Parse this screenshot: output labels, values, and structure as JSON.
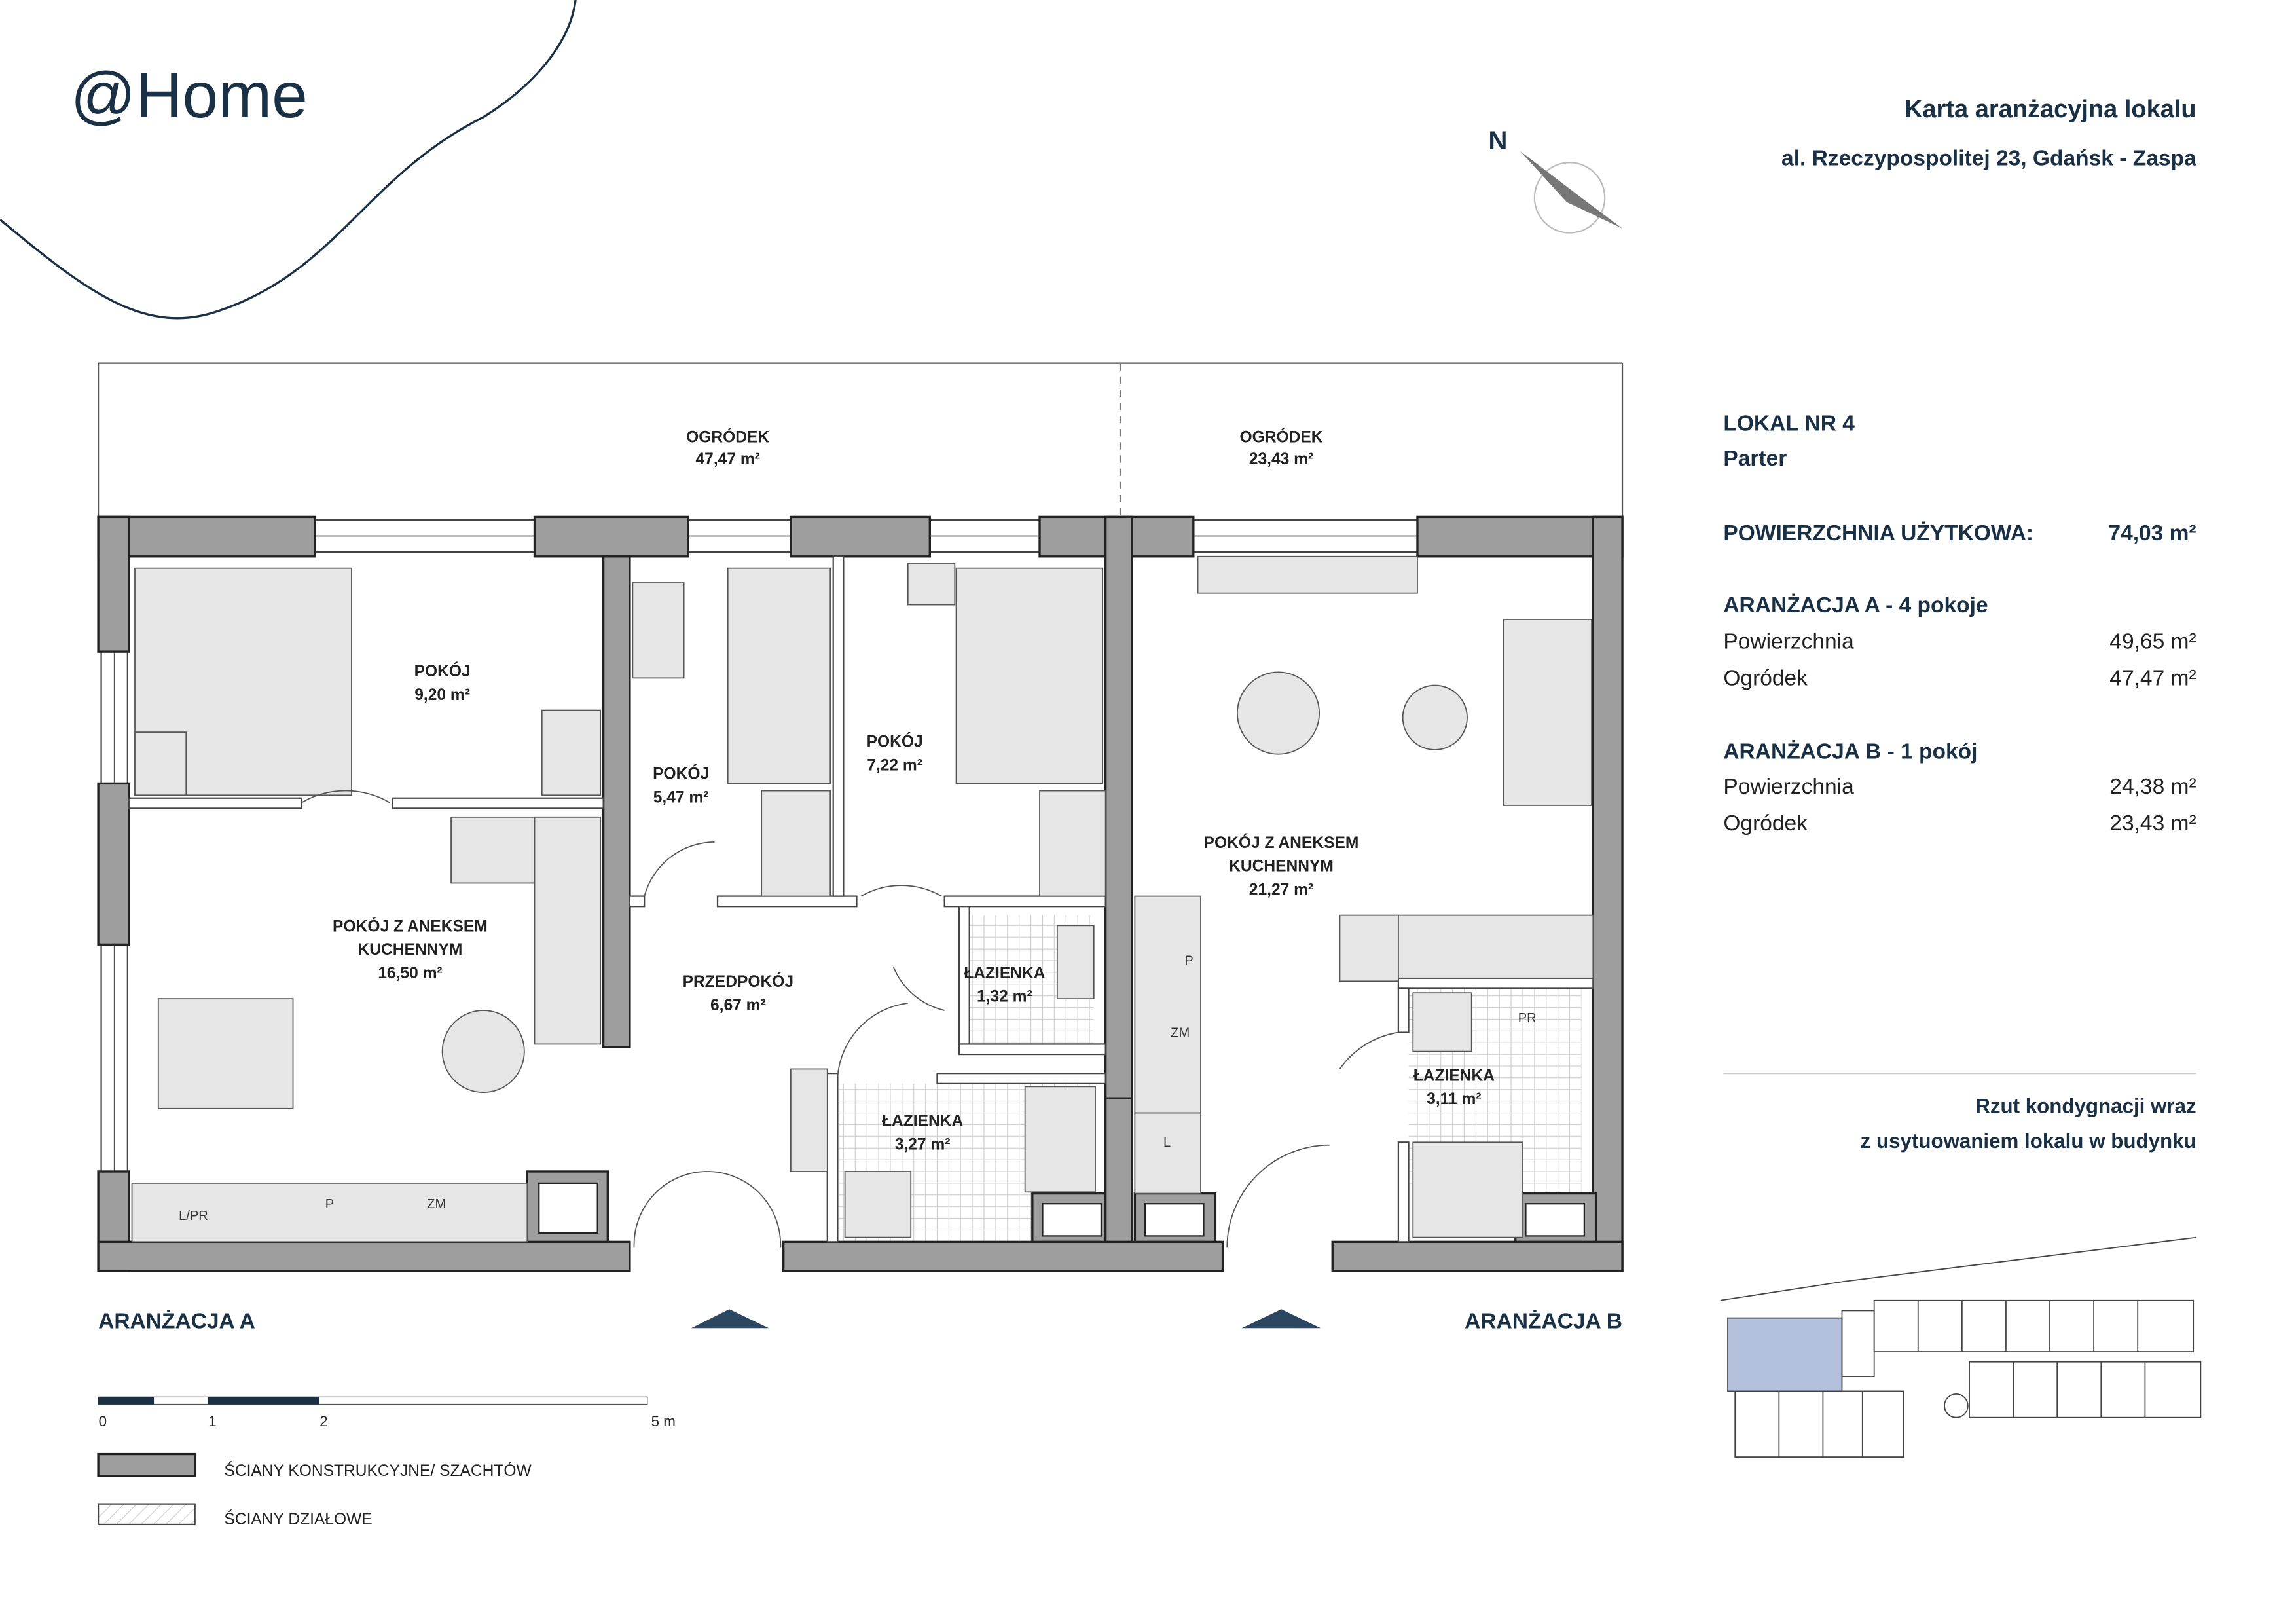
{
  "brand": {
    "logo": "@Home"
  },
  "header": {
    "title": "Karta aranżacyjna lokalu",
    "address": "al. Rzeczypospolitej 23, Gdańsk - Zaspa"
  },
  "compass": {
    "label": "N"
  },
  "info": {
    "unit": "LOKAL NR 4",
    "floor": "Parter",
    "usable_label": "POWIERZCHNIA UŻYTKOWA:",
    "usable_value": "74,03 m²",
    "variant_a": {
      "title": "ARANŻACJA A - 4 pokoje",
      "area_label": "Powierzchnia",
      "area_value": "49,65 m²",
      "garden_label": "Ogródek",
      "garden_value": "47,47 m²"
    },
    "variant_b": {
      "title": "ARANŻACJA B - 1 pokój",
      "area_label": "Powierzchnia",
      "area_value": "24,38 m²",
      "garden_label": "Ogródek",
      "garden_value": "23,43 m²"
    },
    "site_caption_1": "Rzut kondygnacji wraz",
    "site_caption_2": "z usytuowaniem lokalu w budynku"
  },
  "plan": {
    "gardens": [
      {
        "name": "OGRÓDEK",
        "area": "47,47 m²"
      },
      {
        "name": "OGRÓDEK",
        "area": "23,43 m²"
      }
    ],
    "rooms": {
      "pokoj_920": {
        "name": "POKÓJ",
        "area": "9,20 m²"
      },
      "pokoj_547": {
        "name": "POKÓJ",
        "area": "5,47 m²"
      },
      "pokoj_722": {
        "name": "POKÓJ",
        "area": "7,22 m²"
      },
      "aneks_a": {
        "name1": "POKÓJ Z ANEKSEM",
        "name2": "KUCHENNYM",
        "area": "16,50 m²"
      },
      "przedpokoj": {
        "name": "PRZEDPOKÓJ",
        "area": "6,67 m²"
      },
      "laz_132": {
        "name": "ŁAZIENKA",
        "area": "1,32 m²"
      },
      "laz_327": {
        "name": "ŁAZIENKA",
        "area": "3,27 m²"
      },
      "aneks_b": {
        "name1": "POKÓJ Z ANEKSEM",
        "name2": "KUCHENNYM",
        "area": "21,27 m²"
      },
      "laz_311": {
        "name": "ŁAZIENKA",
        "area": "3,11 m²"
      }
    },
    "fixtures": {
      "lpr": "L/PR",
      "p1": "P",
      "zm1": "ZM",
      "p2": "P",
      "zm2": "ZM",
      "l": "L",
      "pr": "PR"
    },
    "variant_a_label": "ARANŻACJA A",
    "variant_b_label": "ARANŻACJA B"
  },
  "scale": {
    "ticks": [
      "0",
      "1",
      "2",
      "5 m"
    ]
  },
  "legend": {
    "structural": "ŚCIANY KONSTRUKCYJNE/ SZACHTÓW",
    "partition": "ŚCIANY DZIAŁOWE"
  },
  "colors": {
    "brand": "#1a3045",
    "wall": "#9e9e9e",
    "highlight": "#b3c1dc"
  }
}
